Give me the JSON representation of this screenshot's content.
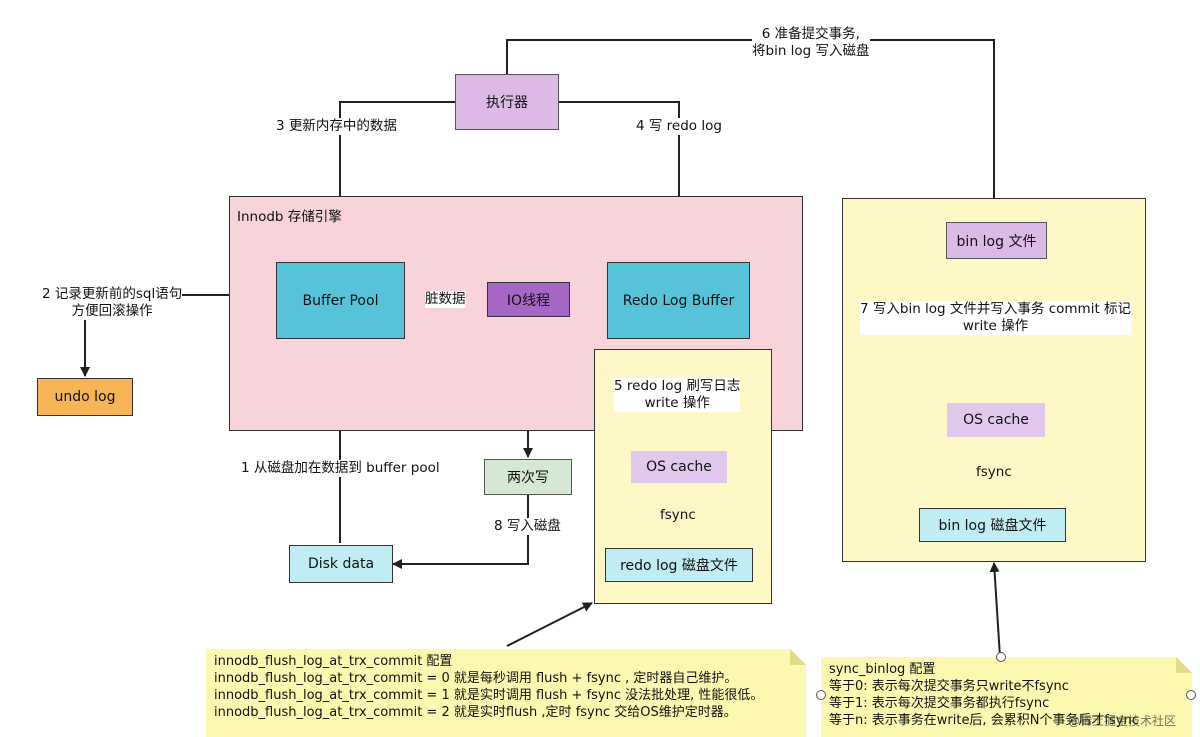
{
  "nodes": {
    "executor": "执行器",
    "buffer_pool": "Buffer Pool",
    "io_thread": "IO线程",
    "redo_log_buffer": "Redo Log Buffer",
    "undo_log": "undo log",
    "double_write": "两次写",
    "disk_data": "Disk data",
    "os_cache_redo": "OS cache",
    "redo_log_disk_file": "redo log 磁盘文件",
    "bin_log_file": "bin log 文件",
    "os_cache_binlog": "OS cache",
    "bin_log_disk_file": "bin log 磁盘文件"
  },
  "regions": {
    "innodb": "Innodb 存储引擎"
  },
  "edges": {
    "step1": "1 从磁盘加在数据到 buffer pool",
    "step2_line1": "2 记录更新前的sql语句",
    "step2_line2": "方便回滚操作",
    "step3": "3 更新内存中的数据",
    "step4": "4 写 redo log",
    "step5_line1": "5 redo log 刷写日志",
    "step5_line2": "write 操作",
    "step6_line1": "6 准备提交事务,",
    "step6_line2": "将bin log 写入磁盘",
    "step7_line1": "7 写入bin log 文件并写入事务 commit 标记",
    "step7_line2": "write 操作",
    "step8": "8 写入磁盘",
    "dirty_data": "脏数据",
    "fsync_redo": "fsync",
    "fsync_binlog": "fsync"
  },
  "notes": {
    "redo_config": [
      "innodb_flush_log_at_trx_commit 配置",
      "innodb_flush_log_at_trx_commit = 0 就是每秒调用 flush + fsync , 定时器自己维护。",
      "innodb_flush_log_at_trx_commit = 1 就是实时调用 flush + fsync 没法批处理, 性能很低。",
      "innodb_flush_log_at_trx_commit = 2 就是实时flush ,定时 fsync 交给OS维护定时器。"
    ],
    "binlog_config": [
      "sync_binlog 配置",
      "等于0: 表示每次提交事务只write不fsync",
      "等于1: 表示每次提交事务都执行fsync",
      "等于n: 表示事务在write后, 会累积N个事务后才fsync"
    ]
  },
  "watermark": "@稀土掘金技术社区",
  "colors": {
    "executor_fill": "#dcb9e6",
    "innodb_fill": "#f8d3da",
    "cyan_fill": "#57c3d9",
    "purple_fill": "#a666c6",
    "orange_fill": "#f6b454",
    "green_fill": "#d5e8d4",
    "lightblue_fill": "#c0ecf3",
    "yellow_fill": "#fdf8c6",
    "note_fill": "#fdf8b0",
    "lilac_fill": "#e1c8ec"
  }
}
